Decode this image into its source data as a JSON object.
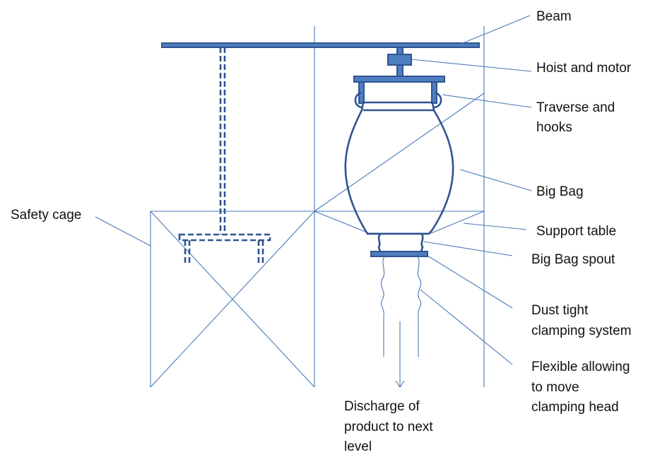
{
  "labels": {
    "beam": "Beam",
    "hoist_motor": "Hoist and motor",
    "traverse_hooks_1": "Traverse and",
    "traverse_hooks_2": "hooks",
    "big_bag": "Big Bag",
    "safety_cage": "Safety cage",
    "support_table": "Support table",
    "big_bag_spout": "Big Bag spout",
    "dust_tight_1": "Dust tight",
    "dust_tight_2": "clamping system",
    "flexible_1": "Flexible allowing",
    "flexible_2": "to move",
    "flexible_3": "clamping head",
    "discharge_1": "Discharge of",
    "discharge_2": "product to next",
    "discharge_3": "level"
  },
  "colors": {
    "line": "#4a7ab8",
    "equipment": "#2f5490",
    "equipment_fill": "#4f7ec0",
    "text": "#111111"
  }
}
